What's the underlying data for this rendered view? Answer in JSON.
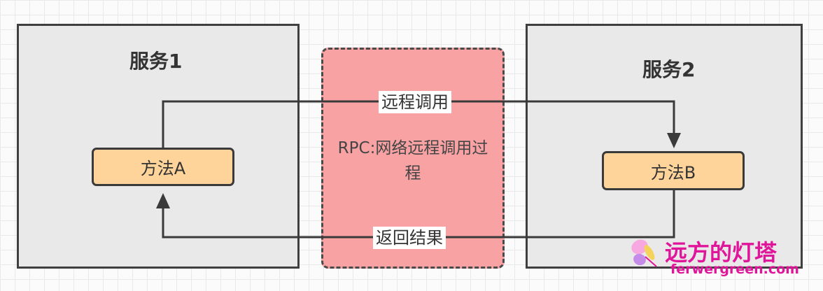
{
  "diagram": {
    "service1": {
      "title": "服务1",
      "method": "方法A"
    },
    "service2": {
      "title": "服务2",
      "method": "方法B"
    },
    "rpc": {
      "label": "RPC:网络远程调用过程"
    },
    "edges": {
      "call": "远程调用",
      "return": "返回结果"
    }
  },
  "watermark": {
    "name": "远方的灯塔",
    "url": "ferwergreen.com",
    "color": "#e0169a"
  },
  "colors": {
    "service_fill": "#e9e9e9",
    "rpc_fill": "#f8a2a4",
    "method_fill": "#ffd49a"
  }
}
